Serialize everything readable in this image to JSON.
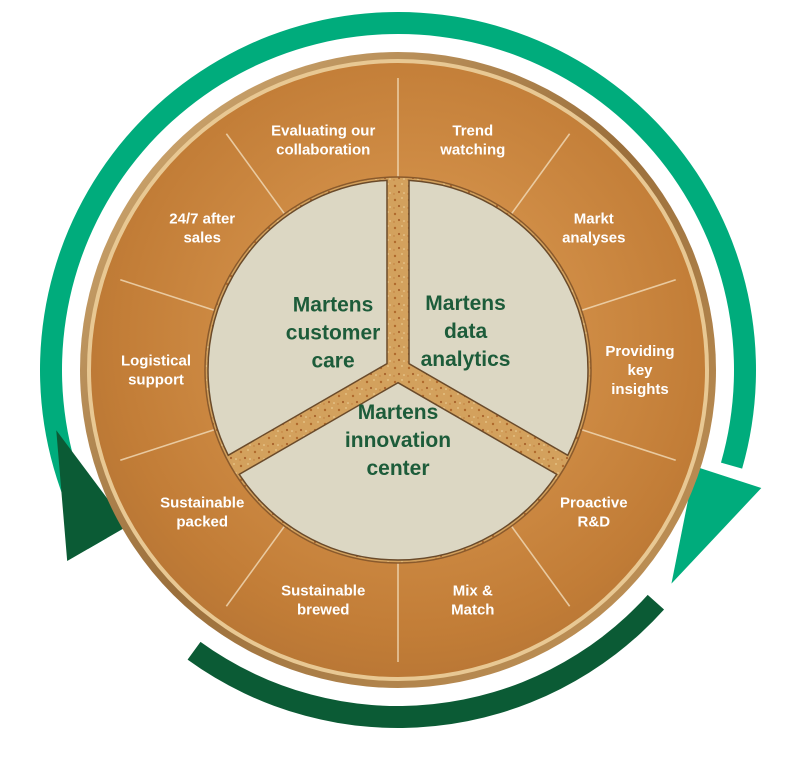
{
  "colors": {
    "arrow_light": "#00ac7c",
    "arrow_dark": "#0b5b35",
    "plate": "#c9843a",
    "rim": "#a0743e",
    "center_fill": "#dcd7c3",
    "center_text": "#1d5c3a",
    "divider": "#d09e58"
  },
  "segments": [
    {
      "id": "trend",
      "lines": [
        "Trend",
        "watching"
      ]
    },
    {
      "id": "markt",
      "lines": [
        "Markt",
        "analyses"
      ]
    },
    {
      "id": "insights",
      "lines": [
        "Providing",
        "key",
        "insights"
      ]
    },
    {
      "id": "rd",
      "lines": [
        "Proactive",
        "R&D"
      ]
    },
    {
      "id": "mix",
      "lines": [
        "Mix &",
        "Match"
      ]
    },
    {
      "id": "brewed",
      "lines": [
        "Sustainable",
        "brewed"
      ]
    },
    {
      "id": "packed",
      "lines": [
        "Sustainable",
        "packed"
      ]
    },
    {
      "id": "logistical",
      "lines": [
        "Logistical",
        "support"
      ]
    },
    {
      "id": "aftersales",
      "lines": [
        "24/7 after",
        "sales"
      ]
    },
    {
      "id": "evaluating",
      "lines": [
        "Evaluating our",
        "collaboration"
      ]
    }
  ],
  "centers": [
    {
      "id": "customer-care",
      "lines": [
        "Martens",
        "customer",
        "care"
      ]
    },
    {
      "id": "data-analytics",
      "lines": [
        "Martens",
        "data",
        "analytics"
      ]
    },
    {
      "id": "innovation-center",
      "lines": [
        "Martens",
        "innovation",
        "center"
      ]
    }
  ]
}
